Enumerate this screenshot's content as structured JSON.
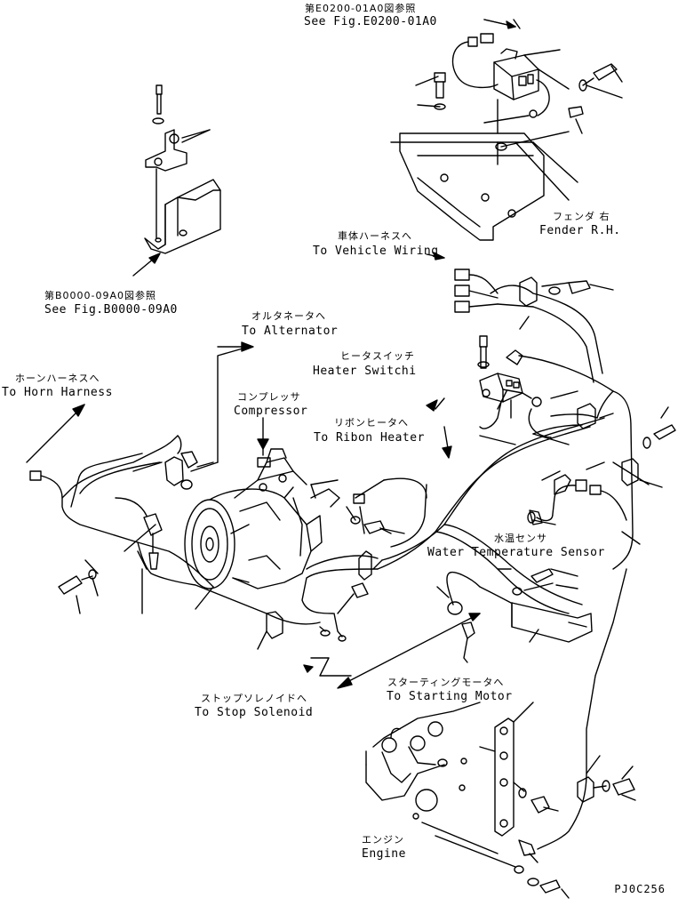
{
  "labels": {
    "ref_e0200_jp": "第E0200-01A0図参照",
    "ref_e0200_en": "See Fig.E0200-01A0",
    "fender_jp": "フェンダ 右",
    "fender_en": "Fender R.H.",
    "vehicle_wiring_jp": "車体ハーネスへ",
    "vehicle_wiring_en": "To Vehicle Wiring",
    "ref_b0000_jp": "第B0000-09A0図参照",
    "ref_b0000_en": "See Fig.B0000-09A0",
    "alternator_jp": "オルタネータへ",
    "alternator_en": "To Alternator",
    "heater_switch_jp": "ヒータスイッチ",
    "heater_switch_en": "Heater Switchi",
    "horn_harness_jp": "ホーンハーネスへ",
    "horn_harness_en": "To Horn Harness",
    "compressor_jp": "コンプレッサ",
    "compressor_en": "Compressor",
    "ribbon_heater_jp": "リボンヒータへ",
    "ribbon_heater_en": "To Ribon Heater",
    "water_temp_jp": "水温センサ",
    "water_temp_en": "Water Temperature Sensor",
    "stop_solenoid_jp": "ストップソレノイドへ",
    "stop_solenoid_en": "To Stop Solenoid",
    "starting_motor_jp": "スターティングモータへ",
    "starting_motor_en": "To Starting Motor",
    "engine_jp": "エンジン",
    "engine_en": "Engine"
  },
  "figure_code": "PJ0C256"
}
